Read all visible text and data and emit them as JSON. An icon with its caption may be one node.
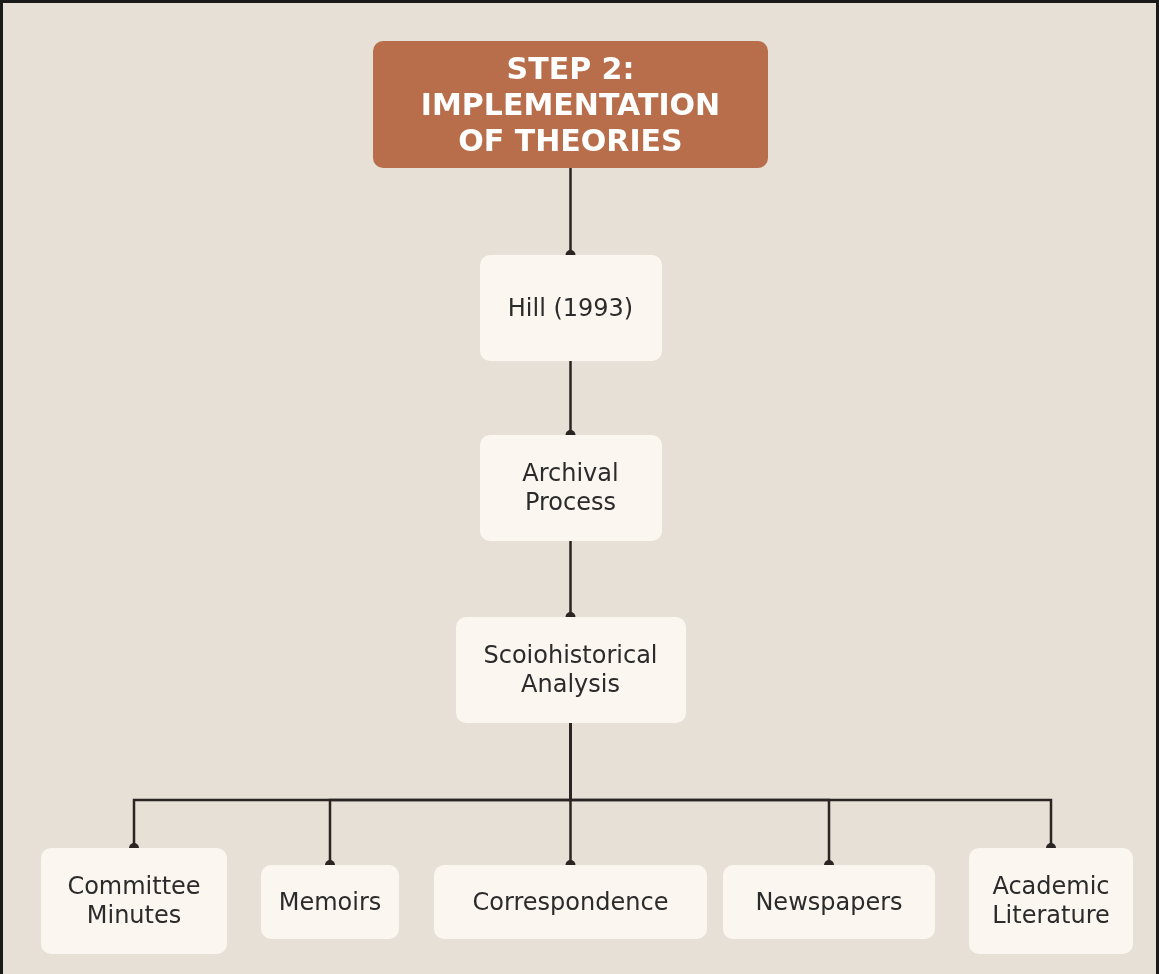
{
  "diagram": {
    "nodes": [
      {
        "text": [
          "STEP 2: IMPLEMENTATION OF THEORIES"
        ]
      },
      {
        "text": [
          "Hill (1993)"
        ]
      },
      {
        "text": [
          "Archival Process"
        ]
      },
      {
        "text": [
          "Scoiohistorical Analysis"
        ]
      },
      {
        "text": [
          "Committee Minutes"
        ]
      },
      {
        "text": [
          "Memoirs"
        ]
      },
      {
        "text": [
          "Correspondence"
        ]
      },
      {
        "text": [
          "Newspapers"
        ]
      },
      {
        "text": [
          "Academic Literature"
        ]
      }
    ],
    "edges": [
      {
        "from": 0,
        "to": 1,
        "arrow": "other"
      },
      {
        "from": 1,
        "to": 2,
        "arrow": "other"
      },
      {
        "from": 2,
        "to": 3,
        "arrow": "other"
      },
      {
        "from": 3,
        "to": 4,
        "arrow": "other"
      },
      {
        "from": 3,
        "to": 5,
        "arrow": "other"
      },
      {
        "from": 3,
        "to": 6,
        "arrow": "other"
      },
      {
        "from": 3,
        "to": 7,
        "arrow": "other"
      },
      {
        "from": 3,
        "to": 8,
        "arrow": "other"
      }
    ]
  }
}
